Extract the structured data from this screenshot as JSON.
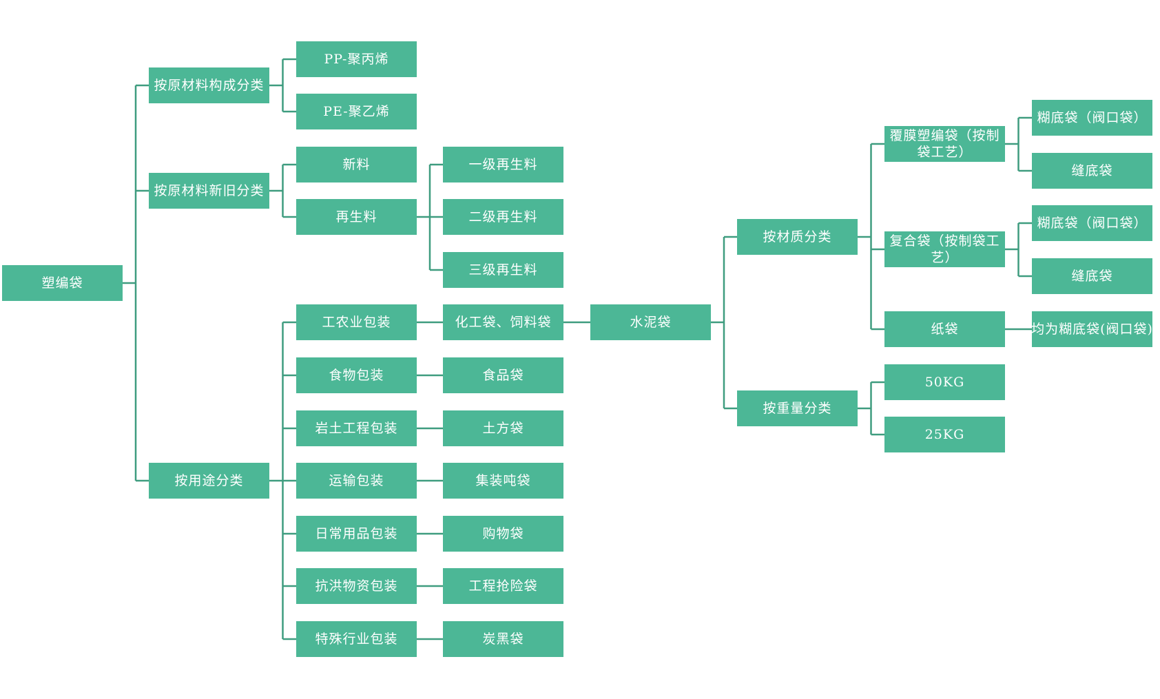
{
  "colors": {
    "node_fill": "#4cb796",
    "connector": "#3e9c7f",
    "text": "#ffffff"
  },
  "nodes": {
    "root": "塑编袋",
    "by_material": "按原材料构成分类",
    "pp": "PP-聚丙烯",
    "pe": "PE-聚乙烯",
    "by_newness": "按原材料新旧分类",
    "new_material": "新料",
    "recycled": "再生料",
    "recycled_1": "一级再生料",
    "recycled_2": "二级再生料",
    "recycled_3": "三级再生料",
    "by_use": "按用途分类",
    "industrial_agri": "工农业包装",
    "food_pack": "食物包装",
    "geotech": "岩土工程包装",
    "transport": "运输包装",
    "daily": "日常用品包装",
    "flood": "抗洪物资包装",
    "special": "特殊行业包装",
    "chem_feed_bag": "化工袋、饲料袋",
    "food_bag": "食品袋",
    "earth_bag": "土方袋",
    "jumbo_bag": "集装吨袋",
    "shopping_bag": "购物袋",
    "rescue_bag": "工程抢险袋",
    "carbon_bag": "炭黑袋",
    "cement_bag": "水泥袋",
    "by_texture": "按材质分类",
    "by_weight": "按重量分类",
    "laminated": "覆膜塑编袋（按制袋工艺）",
    "composite": "复合袋（按制袋工艺）",
    "paper": "纸袋",
    "w50": "50KG",
    "w25": "25KG",
    "lam_valve": "糊底袋（阀口袋）",
    "lam_sewn": "缝底袋",
    "comp_valve": "糊底袋（阀口袋）",
    "comp_sewn": "缝底袋",
    "paper_all": "均为糊底袋(阀口袋)"
  }
}
